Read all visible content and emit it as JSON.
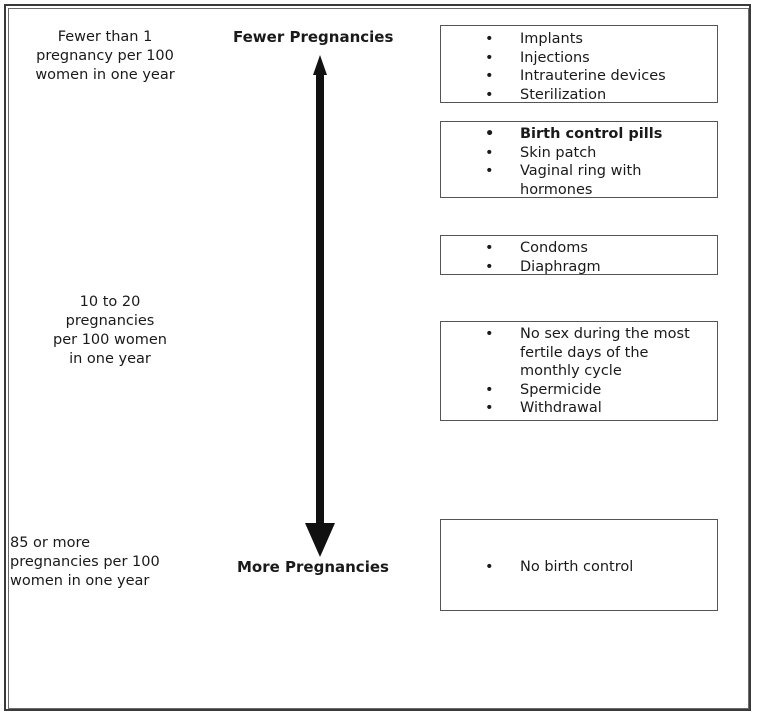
{
  "left_labels": {
    "top": [
      "Fewer than 1",
      "pregnancy per 100",
      "women in one year"
    ],
    "middle": [
      "10 to 20",
      "pregnancies",
      "per 100 women",
      "in one year"
    ],
    "bottom": [
      "85 or more",
      "pregnancies per 100",
      "women in one year"
    ]
  },
  "axis": {
    "top_label": "Fewer Pregnancies",
    "bottom_label": "More Pregnancies"
  },
  "bullet_glyph": "•",
  "groups": [
    {
      "items": [
        {
          "text": "Implants",
          "bold": false
        },
        {
          "text": "Injections",
          "bold": false
        },
        {
          "text": "Intrauterine devices",
          "bold": false
        },
        {
          "text": "Sterilization",
          "bold": false
        }
      ]
    },
    {
      "items": [
        {
          "text": "Birth control pills",
          "bold": true
        },
        {
          "text": "Skin patch",
          "bold": false
        },
        {
          "text": "Vaginal ring with hormones",
          "bold": false
        }
      ]
    },
    {
      "items": [
        {
          "text": "Condoms",
          "bold": false
        },
        {
          "text": "Diaphragm",
          "bold": false
        }
      ]
    },
    {
      "items": [
        {
          "text": "No sex during the most fertile days of the monthly cycle",
          "bold": false
        },
        {
          "text": "Spermicide",
          "bold": false
        },
        {
          "text": "Withdrawal",
          "bold": false
        }
      ]
    },
    {
      "items": [
        {
          "text": "No birth control",
          "bold": false
        }
      ]
    }
  ]
}
